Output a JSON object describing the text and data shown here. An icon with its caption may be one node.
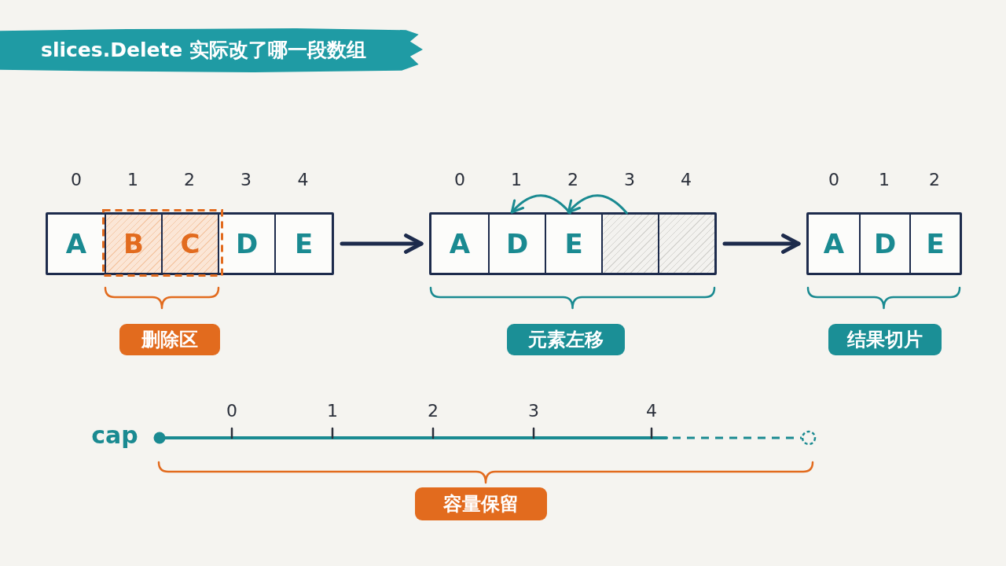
{
  "diagram": {
    "title": "slices.Delete 实际改了哪一段数组",
    "nodes": [
      {
        "text": [],
        "shape": "box"
      },
      {
        "text": [
          "A"
        ],
        "in": 0,
        "beside": [
          "0"
        ]
      },
      {
        "text": [
          "B"
        ],
        "in": 0,
        "beside": [
          "1"
        ]
      },
      {
        "text": [
          "C"
        ],
        "in": 0,
        "beside": [
          "2"
        ]
      },
      {
        "text": [
          "D"
        ],
        "in": 0,
        "beside": [
          "3"
        ]
      },
      {
        "text": [
          "E"
        ],
        "in": 0,
        "beside": [
          "4"
        ]
      },
      {
        "text": [
          "删除区"
        ]
      },
      {
        "text": [],
        "shape": "box"
      },
      {
        "text": [
          "A"
        ],
        "in": 7,
        "beside": [
          "0"
        ]
      },
      {
        "text": [
          "D"
        ],
        "in": 7,
        "beside": [
          "1"
        ]
      },
      {
        "text": [
          "E"
        ],
        "in": 7,
        "beside": [
          "2"
        ]
      },
      {
        "text": [],
        "shape": "box",
        "in": 7,
        "beside": [
          "3"
        ]
      },
      {
        "text": [],
        "shape": "box",
        "in": 7,
        "beside": [
          "4"
        ]
      },
      {
        "text": [
          "元素左移"
        ]
      },
      {
        "text": [],
        "shape": "box"
      },
      {
        "text": [
          "A"
        ],
        "in": 14,
        "beside": [
          "0"
        ]
      },
      {
        "text": [
          "D"
        ],
        "in": 14,
        "beside": [
          "1"
        ]
      },
      {
        "text": [
          "E"
        ],
        "in": 14,
        "beside": [
          "2"
        ]
      },
      {
        "text": [
          "结果切片"
        ]
      },
      {
        "text": [
          "容量保留"
        ]
      }
    ],
    "edges": [
      {
        "from": 0,
        "to": 7,
        "arrow": "to"
      },
      {
        "from": 11,
        "to": 10,
        "arrow": "to",
        "color": "#1a8a91"
      },
      {
        "from": 10,
        "to": 9,
        "arrow": "to",
        "color": "#1a8a91"
      },
      {
        "from": 7,
        "to": 14,
        "arrow": "to"
      }
    ],
    "labels": [
      "0",
      "1",
      "2",
      "3",
      "4",
      "cap"
    ]
  }
}
